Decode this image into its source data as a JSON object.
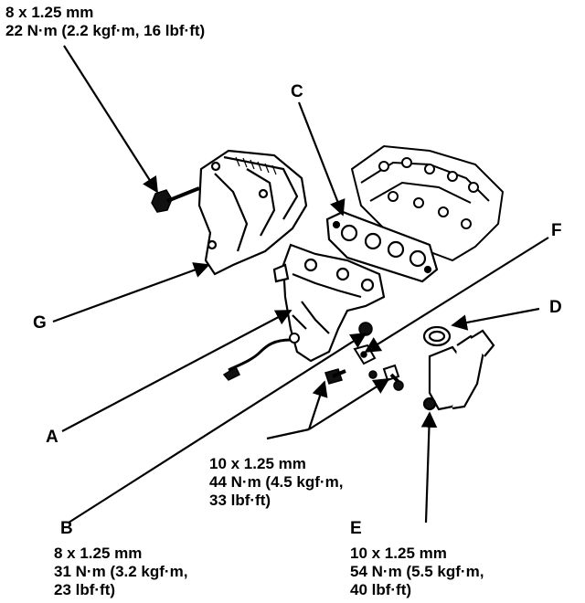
{
  "callouts": {
    "A": "A",
    "B": "B",
    "C": "C",
    "D": "D",
    "E": "E",
    "F": "F",
    "G": "G"
  },
  "specs": {
    "top": {
      "size": "8 x 1.25 mm",
      "torque": "22 N·m (2.2 kgf·m, 16 lbf·ft)"
    },
    "middle": {
      "size": "10 x 1.25 mm",
      "torque1": "44 N·m (4.5 kgf·m,",
      "torque2": "33 lbf·ft)"
    },
    "b": {
      "size": "8 x 1.25 mm",
      "torque1": "31 N·m (3.2 kgf·m,",
      "torque2": "23 lbf·ft)"
    },
    "e": {
      "size": "10 x 1.25 mm",
      "torque1": "54 N·m (5.5 kgf·m,",
      "torque2": "40 lbf·ft)"
    }
  },
  "colors": {
    "ink": "#000000",
    "paper": "#ffffff",
    "fill": "#d9d9d9"
  }
}
